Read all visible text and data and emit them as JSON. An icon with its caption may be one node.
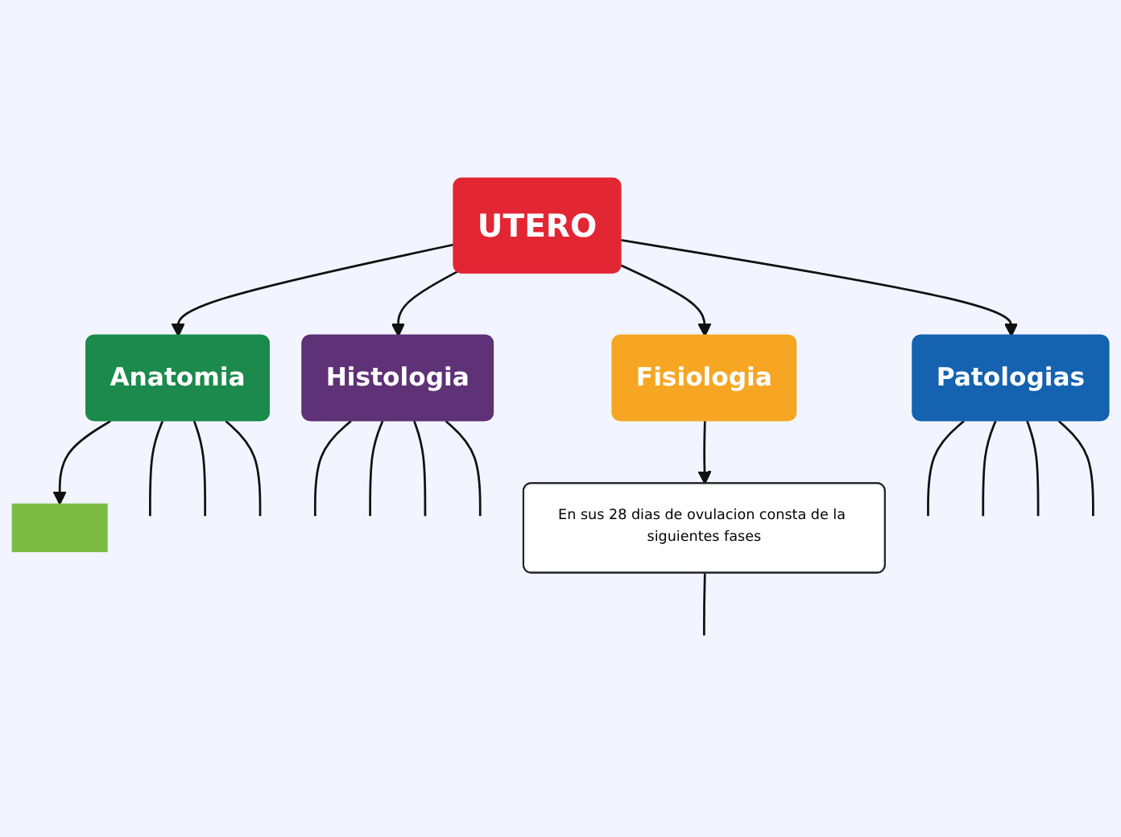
{
  "diagram": {
    "nodes": [
      {
        "text": [
          "UTERO"
        ]
      },
      {
        "text": [
          "Anatomia"
        ]
      },
      {
        "text": [
          "Histologia"
        ]
      },
      {
        "text": [
          "Fisiologia"
        ]
      },
      {
        "text": [
          "Patologias"
        ]
      },
      {
        "text": [],
        "shape": "box"
      },
      {
        "text": [
          "En sus 28 dias de ovulacion consta de la siguientes fases"
        ]
      }
    ],
    "edges": [
      {
        "from": 0,
        "to": 1,
        "arrow": "to"
      },
      {
        "from": 0,
        "to": 2,
        "arrow": "to"
      },
      {
        "from": 0,
        "to": 3,
        "arrow": "to"
      },
      {
        "from": 0,
        "to": 4,
        "arrow": "to"
      },
      {
        "from": 1,
        "to": 5,
        "arrow": "to"
      },
      {
        "from": 1,
        "to": null,
        "arrow": "none"
      },
      {
        "from": 1,
        "to": null,
        "arrow": "none"
      },
      {
        "from": 1,
        "to": null,
        "arrow": "none"
      },
      {
        "from": 2,
        "to": null,
        "arrow": "none"
      },
      {
        "from": 2,
        "to": null,
        "arrow": "none"
      },
      {
        "from": 2,
        "to": null,
        "arrow": "none"
      },
      {
        "from": 2,
        "to": null,
        "arrow": "none"
      },
      {
        "from": 3,
        "to": 6,
        "arrow": "to"
      },
      {
        "from": 4,
        "to": null,
        "arrow": "none"
      },
      {
        "from": 4,
        "to": null,
        "arrow": "none"
      },
      {
        "from": 4,
        "to": null,
        "arrow": "none"
      },
      {
        "from": 4,
        "to": null,
        "arrow": "none"
      },
      {
        "from": 6,
        "to": null,
        "arrow": "none"
      }
    ]
  }
}
